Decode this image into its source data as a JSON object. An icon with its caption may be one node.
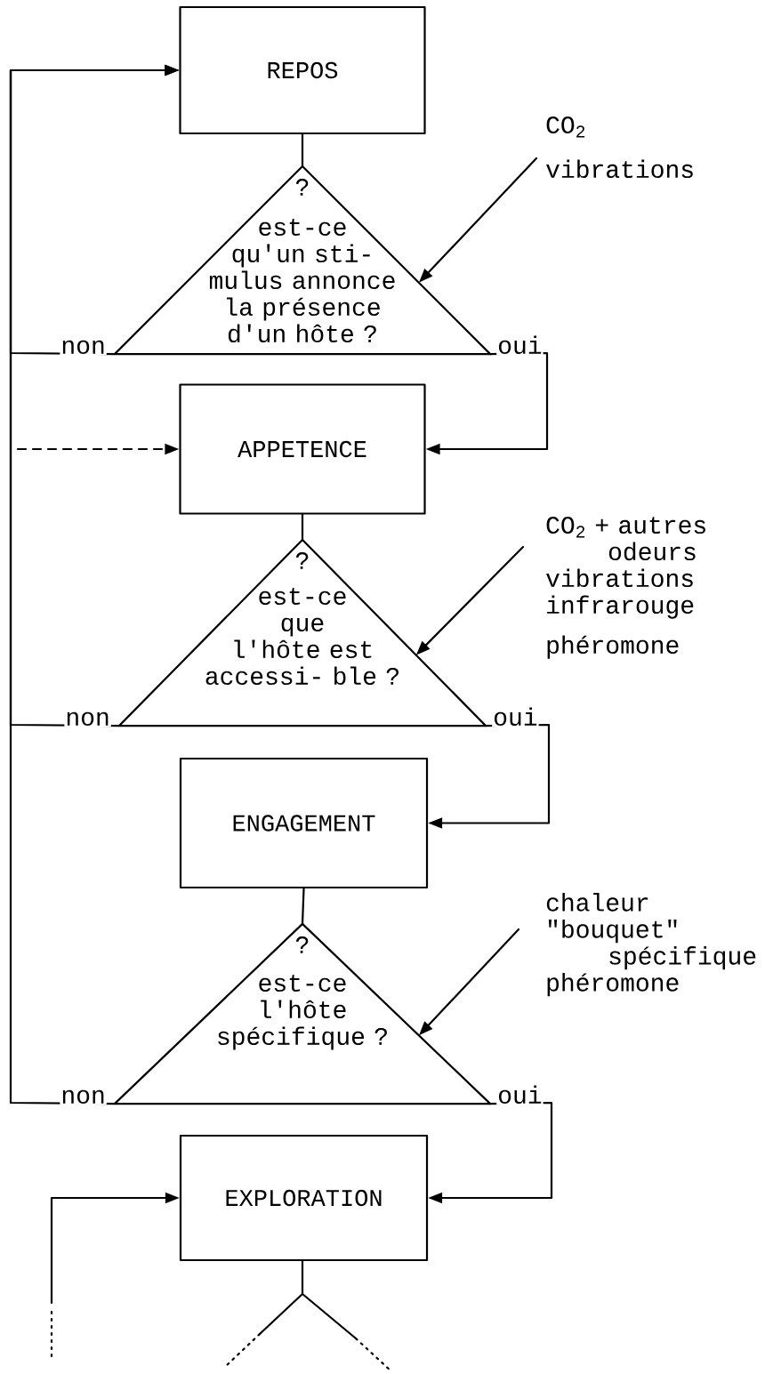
{
  "diagram": {
    "nodes": [
      {
        "text": [
          "REPOS"
        ]
      },
      {
        "text": [
          "?",
          "est-ce qu'un sti- mulus annonce la présence d'un hôte ?"
        ]
      },
      {
        "text": [
          "APPETENCE"
        ]
      },
      {
        "text": [
          "CO$_{2}$",
          "vibrations"
        ]
      },
      {
        "text": [
          "?",
          "est-ce que l'hôte est accessi- ble ?"
        ]
      },
      {
        "text": [
          "ENGAGEMENT"
        ]
      },
      {
        "text": [
          "CO$_{2}$ + autres odeurs",
          "vibrations",
          "infrarouge",
          "phéromone"
        ]
      },
      {
        "text": [
          "?",
          "est-ce l'hôte spécifique ?"
        ]
      },
      {
        "text": [
          "EXPLORATION"
        ]
      },
      {
        "text": [
          "chaleur",
          "\"bouquet\" spécifique",
          "phéromone"
        ]
      }
    ],
    "edges": [
      {
        "from": 0,
        "to": 1,
        "arrow": "none"
      },
      {
        "from": 1,
        "to": 0,
        "arrow": "to",
        "label": "non"
      },
      {
        "from": 1,
        "to": 2,
        "arrow": "to",
        "label": "oui"
      },
      {
        "from": 3,
        "to": 1,
        "arrow": "to"
      },
      {
        "from": null,
        "to": 2,
        "arrow": "to",
        "style": "dashed"
      },
      {
        "from": 2,
        "to": 4,
        "arrow": "none"
      },
      {
        "from": 4,
        "to": 0,
        "arrow": "to",
        "label": "non"
      },
      {
        "from": 4,
        "to": 5,
        "arrow": "to",
        "label": "oui"
      },
      {
        "from": 6,
        "to": 4,
        "arrow": "to"
      },
      {
        "from": 5,
        "to": 7,
        "arrow": "none"
      },
      {
        "from": 7,
        "to": 0,
        "arrow": "to",
        "label": "non"
      },
      {
        "from": 7,
        "to": 8,
        "arrow": "to",
        "label": "oui"
      },
      {
        "from": 9,
        "to": 7,
        "arrow": "to"
      },
      {
        "from": null,
        "to": 8,
        "arrow": "to"
      }
    ]
  }
}
